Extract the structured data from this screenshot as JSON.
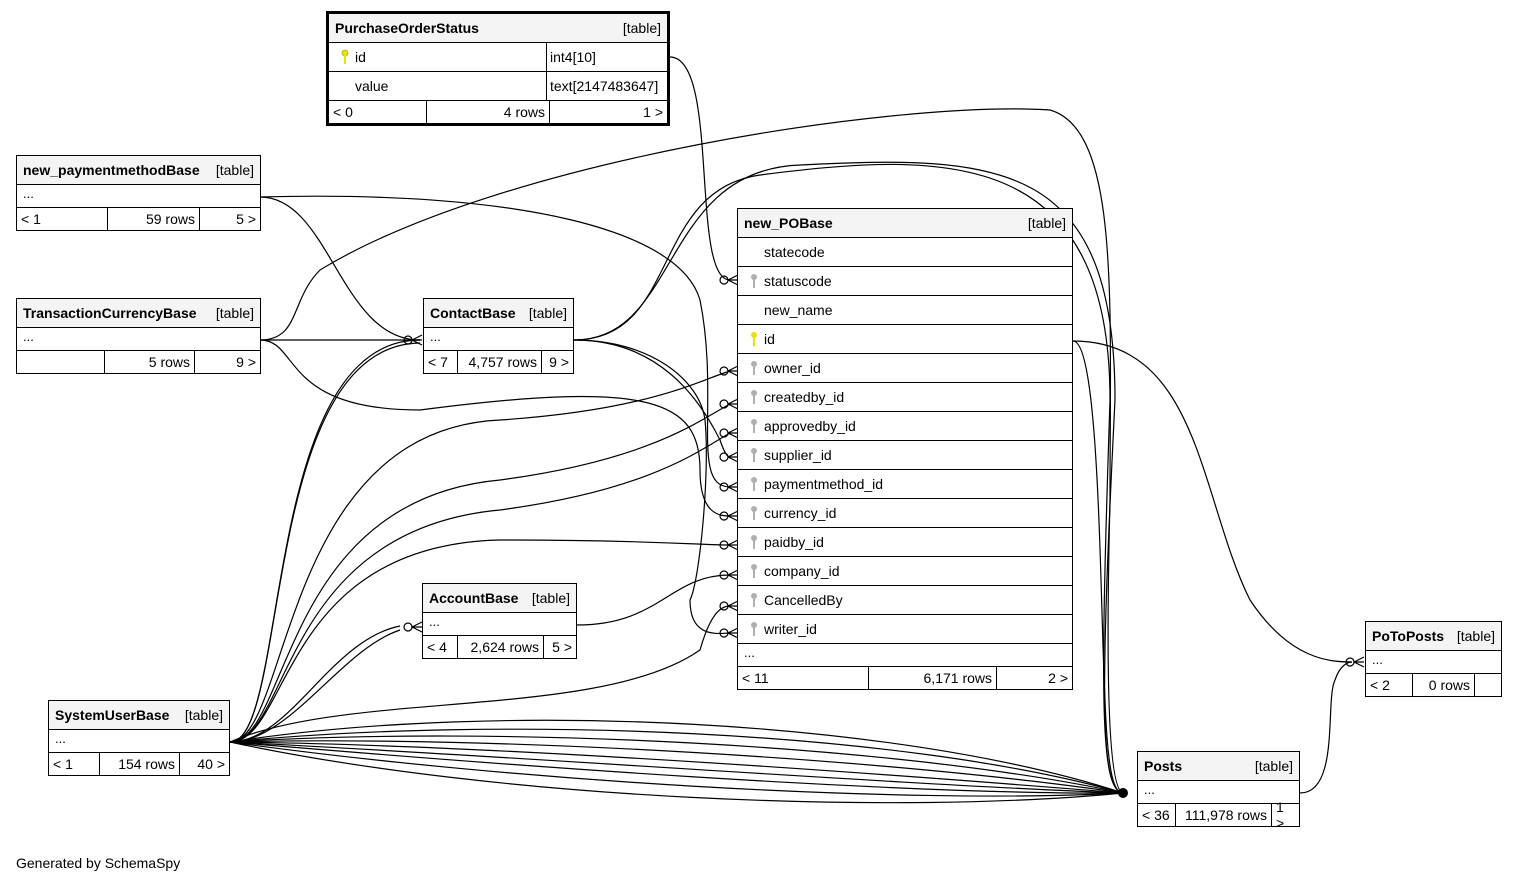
{
  "footer": "Generated by SchemaSpy",
  "kind_label": "[table]",
  "ellipsis": "...",
  "colors": {
    "pk_key": "#e5e500",
    "fk_key": "#b0b0b0",
    "header_bg": "#f4f4f4",
    "line": "#000000"
  },
  "tables": {
    "purchaseorderstatus": {
      "name": "PurchaseOrderStatus",
      "columns": [
        {
          "name": "id",
          "type": "int4[10]",
          "key": "pk"
        },
        {
          "name": "value",
          "type": "text[2147483647]",
          "key": ""
        }
      ],
      "parents": "< 0",
      "rows": "4 rows",
      "children": "1 >"
    },
    "new_paymentmethodbase": {
      "name": "new_paymentmethodBase",
      "parents": "< 1",
      "rows": "59 rows",
      "children": "5 >"
    },
    "transactioncurrencybase": {
      "name": "TransactionCurrencyBase",
      "parents": "",
      "rows": "5 rows",
      "children": "9 >"
    },
    "contactbase": {
      "name": "ContactBase",
      "parents": "< 7",
      "rows": "4,757 rows",
      "children": "9 >"
    },
    "accountbase": {
      "name": "AccountBase",
      "parents": "< 4",
      "rows": "2,624 rows",
      "children": "5 >"
    },
    "systemuserbase": {
      "name": "SystemUserBase",
      "parents": "< 1",
      "rows": "154 rows",
      "children": "40 >"
    },
    "new_pobase": {
      "name": "new_POBase",
      "columns": [
        {
          "name": "statecode",
          "key": ""
        },
        {
          "name": "statuscode",
          "key": "fk"
        },
        {
          "name": "new_name",
          "key": ""
        },
        {
          "name": "id",
          "key": "pk"
        },
        {
          "name": "owner_id",
          "key": "fk"
        },
        {
          "name": "createdby_id",
          "key": "fk"
        },
        {
          "name": "approvedby_id",
          "key": "fk"
        },
        {
          "name": "supplier_id",
          "key": "fk"
        },
        {
          "name": "paymentmethod_id",
          "key": "fk"
        },
        {
          "name": "currency_id",
          "key": "fk"
        },
        {
          "name": "paidby_id",
          "key": "fk"
        },
        {
          "name": "company_id",
          "key": "fk"
        },
        {
          "name": "CancelledBy",
          "key": "fk"
        },
        {
          "name": "writer_id",
          "key": "fk"
        }
      ],
      "parents": "< 11",
      "rows": "6,171 rows",
      "children": "2 >"
    },
    "posts": {
      "name": "Posts",
      "parents": "< 36",
      "rows": "111,978 rows",
      "children": "1 >"
    },
    "potoposts": {
      "name": "PoToPosts",
      "parents": "< 2",
      "rows": "0 rows",
      "children": ""
    }
  }
}
